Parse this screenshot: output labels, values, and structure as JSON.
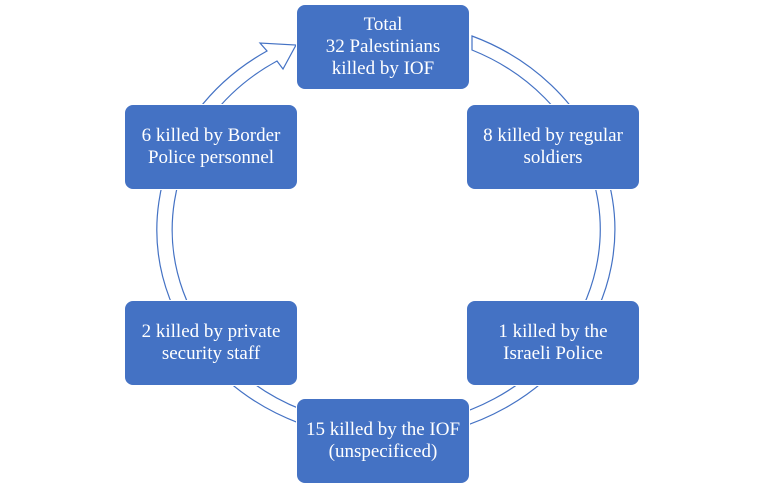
{
  "diagram": {
    "type": "cycle",
    "colors": {
      "box_fill": "#4472c4",
      "box_text": "#ffffff",
      "ring_outline": "#4472c4",
      "background": "#ffffff"
    },
    "nodes": [
      {
        "id": "total",
        "label": "Total\n32 Palestinians killed by IOF"
      },
      {
        "id": "regular",
        "label": "8 killed by regular soldiers"
      },
      {
        "id": "police",
        "label": "1 killed by the Israeli Police"
      },
      {
        "id": "unspecified",
        "label": "15 killed by the IOF (unspecificed)"
      },
      {
        "id": "private",
        "label": "2 killed by private security staff"
      },
      {
        "id": "border",
        "label": "6 killed by Border Police personnel"
      }
    ],
    "flow": [
      "regular",
      "police",
      "unspecified",
      "private",
      "border",
      "total"
    ]
  }
}
